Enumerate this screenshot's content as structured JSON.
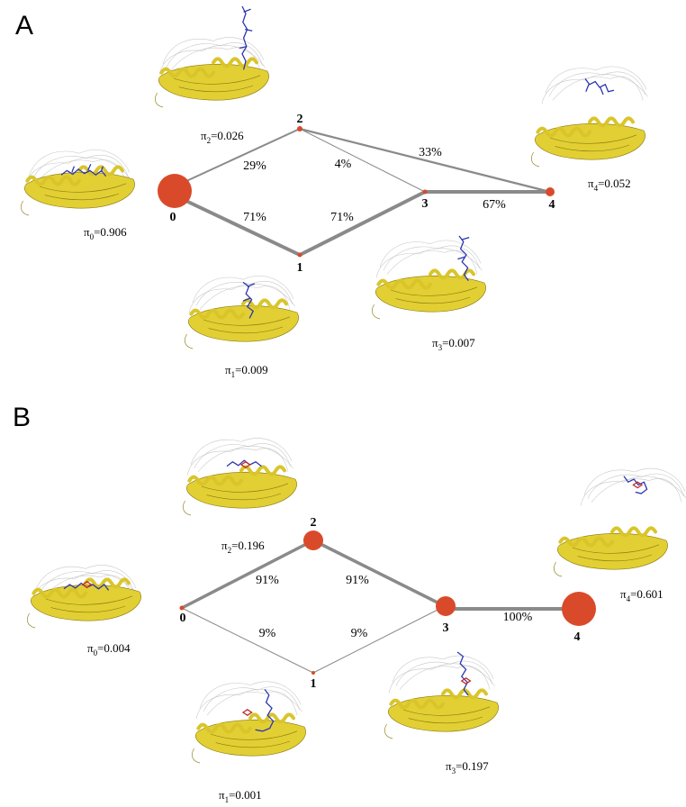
{
  "panels": [
    {
      "letter": "A",
      "nodes": [
        {
          "id": "0",
          "label": "0",
          "pi_symbol": "π",
          "pi_sub": "0",
          "pi_value": "=0.906"
        },
        {
          "id": "1",
          "label": "1",
          "pi_symbol": "π",
          "pi_sub": "1",
          "pi_value": "=0.009"
        },
        {
          "id": "2",
          "label": "2",
          "pi_symbol": "π",
          "pi_sub": "2",
          "pi_value": "=0.026"
        },
        {
          "id": "3",
          "label": "3",
          "pi_symbol": "π",
          "pi_sub": "3",
          "pi_value": "=0.007"
        },
        {
          "id": "4",
          "label": "4",
          "pi_symbol": "π",
          "pi_sub": "4",
          "pi_value": "=0.052"
        }
      ],
      "edges": [
        {
          "from": "0",
          "to": "2",
          "flux": "29%"
        },
        {
          "from": "0",
          "to": "1",
          "flux": "71%"
        },
        {
          "from": "2",
          "to": "3",
          "flux": "4%"
        },
        {
          "from": "2",
          "to": "4",
          "flux": "33%"
        },
        {
          "from": "1",
          "to": "3",
          "flux": "71%"
        },
        {
          "from": "3",
          "to": "4",
          "flux": "67%"
        }
      ]
    },
    {
      "letter": "B",
      "nodes": [
        {
          "id": "0",
          "label": "0",
          "pi_symbol": "π",
          "pi_sub": "0",
          "pi_value": "=0.004"
        },
        {
          "id": "1",
          "label": "1",
          "pi_symbol": "π",
          "pi_sub": "1",
          "pi_value": "=0.001"
        },
        {
          "id": "2",
          "label": "2",
          "pi_symbol": "π",
          "pi_sub": "2",
          "pi_value": "=0.196"
        },
        {
          "id": "3",
          "label": "3",
          "pi_symbol": "π",
          "pi_sub": "3",
          "pi_value": "=0.197"
        },
        {
          "id": "4",
          "label": "4",
          "pi_symbol": "π",
          "pi_sub": "4",
          "pi_value": "=0.601"
        }
      ],
      "edges": [
        {
          "from": "0",
          "to": "2",
          "flux": "91%"
        },
        {
          "from": "0",
          "to": "1",
          "flux": "9%"
        },
        {
          "from": "2",
          "to": "3",
          "flux": "91%"
        },
        {
          "from": "1",
          "to": "3",
          "flux": "9%"
        },
        {
          "from": "3",
          "to": "4",
          "flux": "100%"
        }
      ]
    }
  ],
  "colors": {
    "node": "#d94a2b",
    "edge": "#8a8a8a",
    "protein": "#e2cf33",
    "ligand": "#2a34b0",
    "ligand_highlight": "#c02a2a",
    "conformer_cloud": "#b9b9b9"
  },
  "icons": {
    "structure": "protein-ligand-structure-icon"
  }
}
